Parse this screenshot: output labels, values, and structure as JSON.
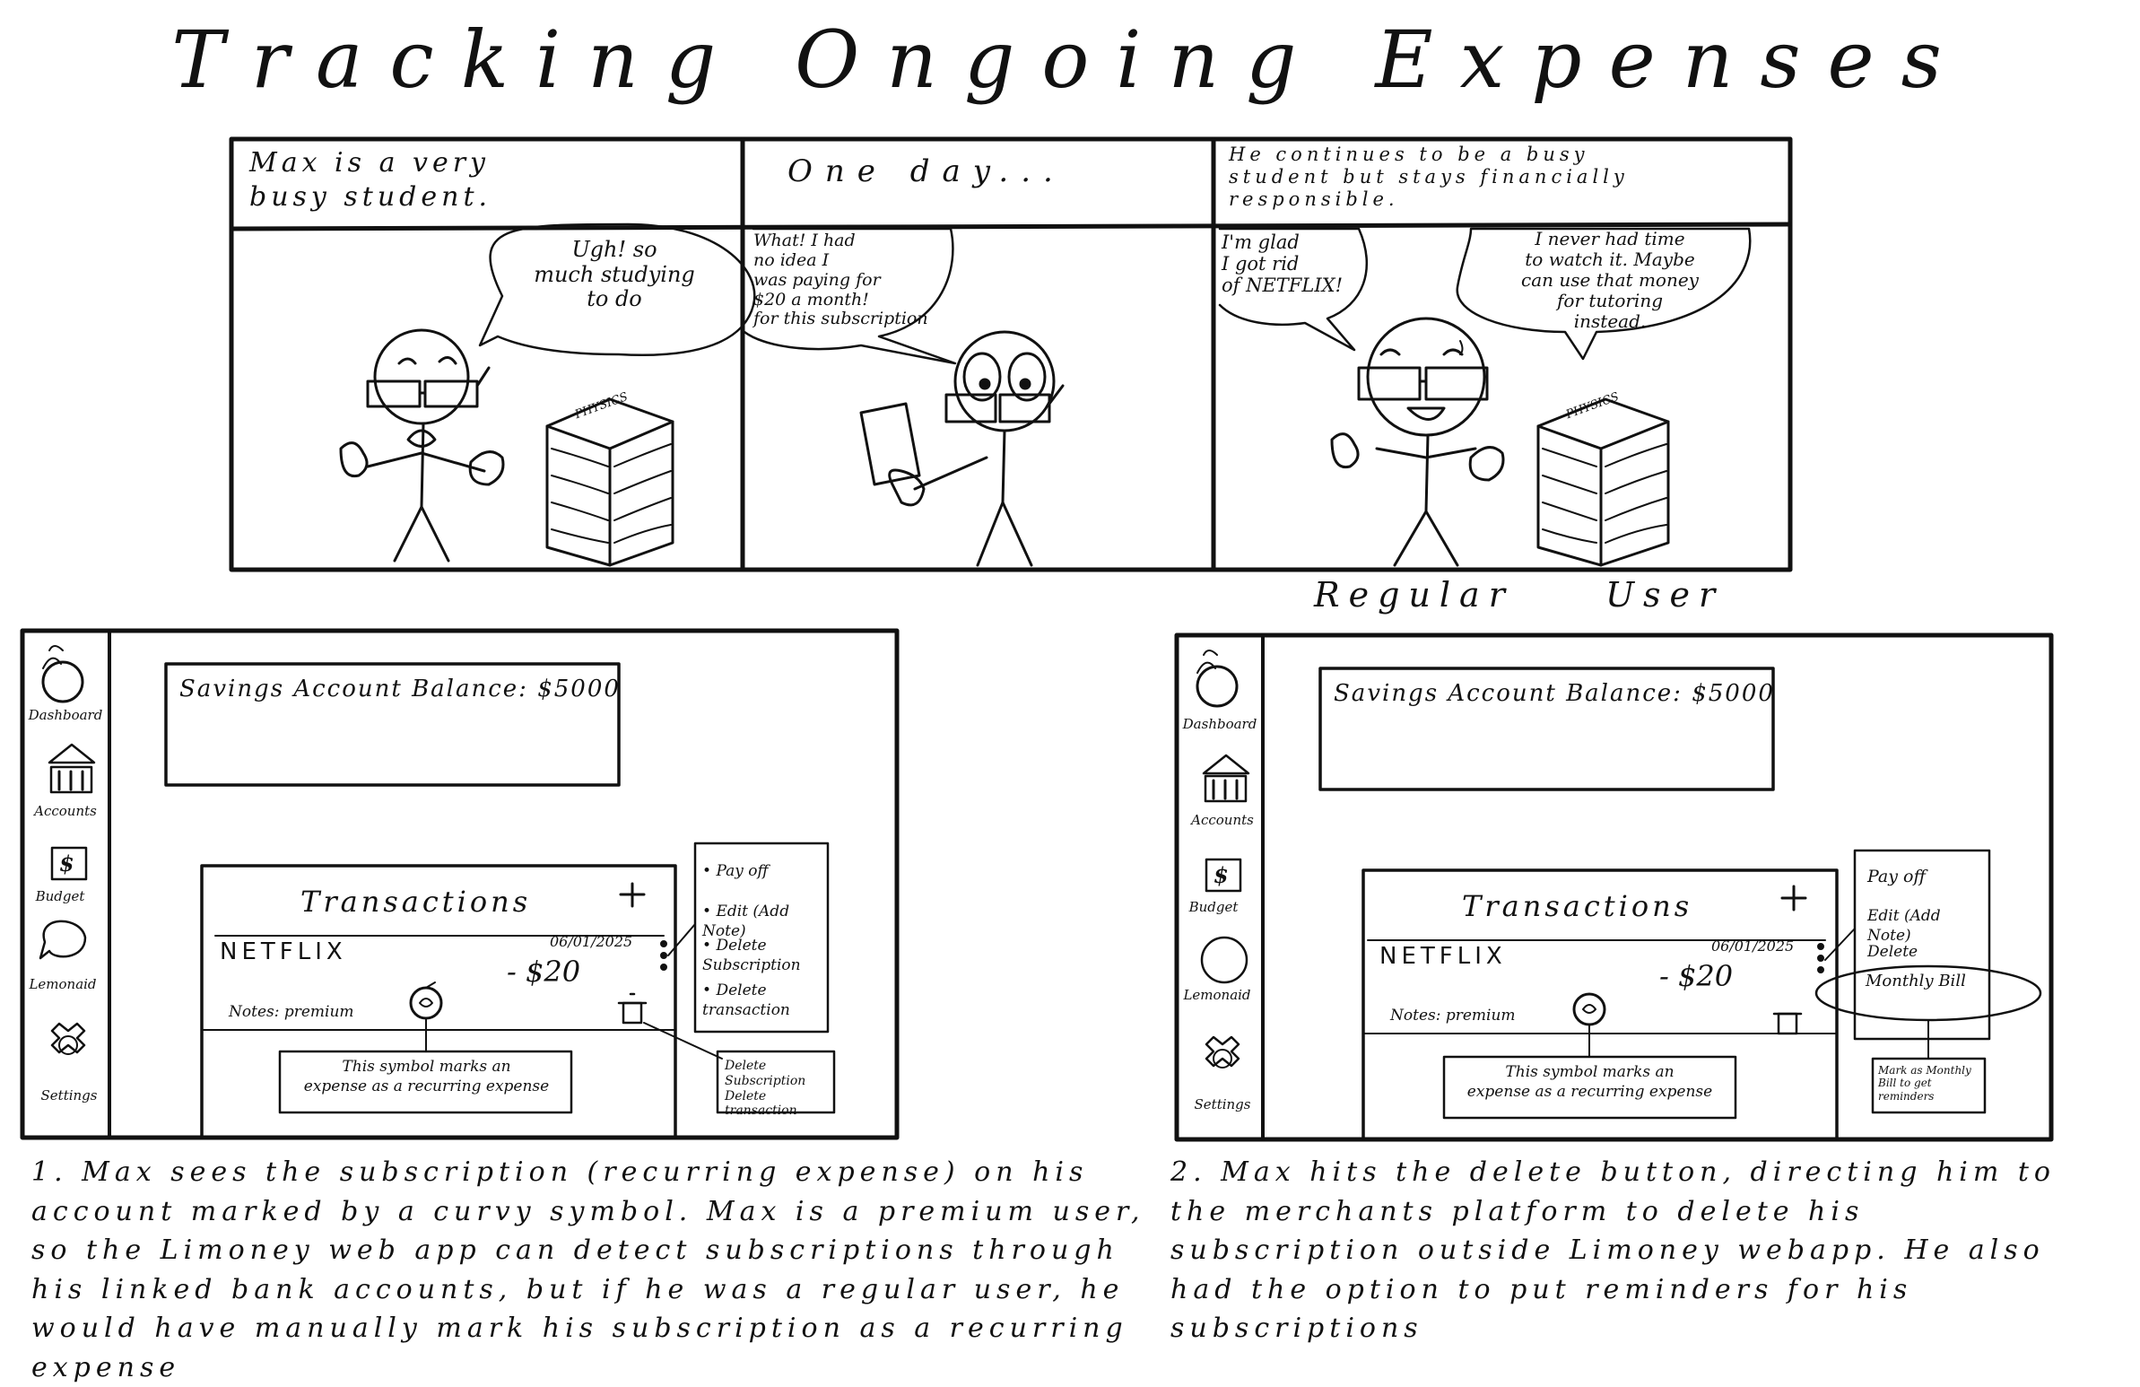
{
  "title": "Tracking Ongoing Expenses",
  "comic": {
    "panel1": {
      "caption": "Max is a very\nbusy student.",
      "speech": "Ugh! so\nmuch studying\nto do",
      "book_label": "PHYSICS"
    },
    "panel2": {
      "caption": "One day...",
      "speech": "What! I had\nno idea I\nwas paying for\n$20 a month!\nfor this subscription"
    },
    "panel3": {
      "caption": "He continues to be a busy\nstudent but stays financially\nresponsible.",
      "speech_left": "I'm glad\nI got rid\nof NETFLIX!",
      "speech_right": "I never had time\nto watch it. Maybe\ncan use that money\nfor tutoring\ninstead.",
      "book_label": "PHYSICS"
    }
  },
  "regular_user_label": "Regular User",
  "mockups": [
    {
      "sidebar": [
        "Dashboard",
        "Accounts",
        "Budget",
        "Lemonaid",
        "Settings"
      ],
      "balance": "Savings Account Balance: $5000",
      "transactions_title": "Transactions",
      "merchant": "NETFLIX",
      "date": "06/01/2025",
      "amount": "- $20",
      "notes": "Notes: premium",
      "recurring_note": "This symbol marks an\nexpense as a recurring expense",
      "menu": [
        "Pay off",
        "Edit (Add Note)",
        "Delete\nSubscription",
        "Delete\ntransaction"
      ],
      "delete_note": "Delete\nSubscription\nDelete transaction",
      "description": "1. Max sees the subscription (recurring expense) on his account marked by a curvy symbol. Max is a premium user, so the Limoney web app can detect subscriptions through his linked bank accounts, but if he was a regular user, he would have manually mark his subscription as a recurring expense"
    },
    {
      "sidebar": [
        "Dashboard",
        "Accounts",
        "Budget",
        "Lemonaid",
        "Settings"
      ],
      "balance": "Savings Account Balance: $5000",
      "transactions_title": "Transactions",
      "merchant": "NETFLIX",
      "date": "06/01/2025",
      "amount": "- $20",
      "notes": "Notes: premium",
      "recurring_note": "This symbol marks an\nexpense as a recurring expense",
      "menu": [
        "Pay off",
        "Edit (Add Note)",
        "Delete",
        "Monthly Bill"
      ],
      "monthly_note": "Mark as Monthly\nBill to get\nreminders",
      "description": "2. Max hits the delete button, directing him to the merchants platform to delete his subscription outside Limoney webapp. He also had the option to put reminders for his subscriptions"
    }
  ]
}
